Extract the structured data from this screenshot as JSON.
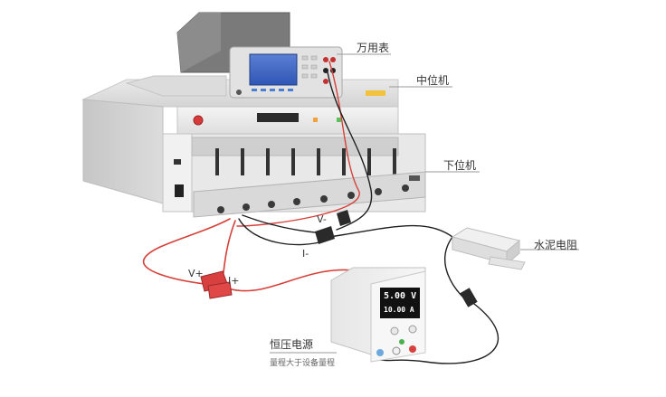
{
  "labels": {
    "multimeter": "万用表",
    "middle_unit": "中位机",
    "lower_unit": "下位机",
    "cement_resistor": "水泥电阻",
    "power_supply": "恒压电源",
    "power_supply_note": "量程大于设备量程"
  },
  "terminals": {
    "v_plus": "V+",
    "i_plus": "I+",
    "v_minus": "V-",
    "i_minus": "I-"
  },
  "psu_display": {
    "voltage": "5.00 V",
    "current": "10.00 A"
  },
  "colors": {
    "red_wire": "#d6403a",
    "black_wire": "#1f1f1f",
    "callout_line": "#9a9a9a",
    "accent_orange": "#f2a23c"
  }
}
